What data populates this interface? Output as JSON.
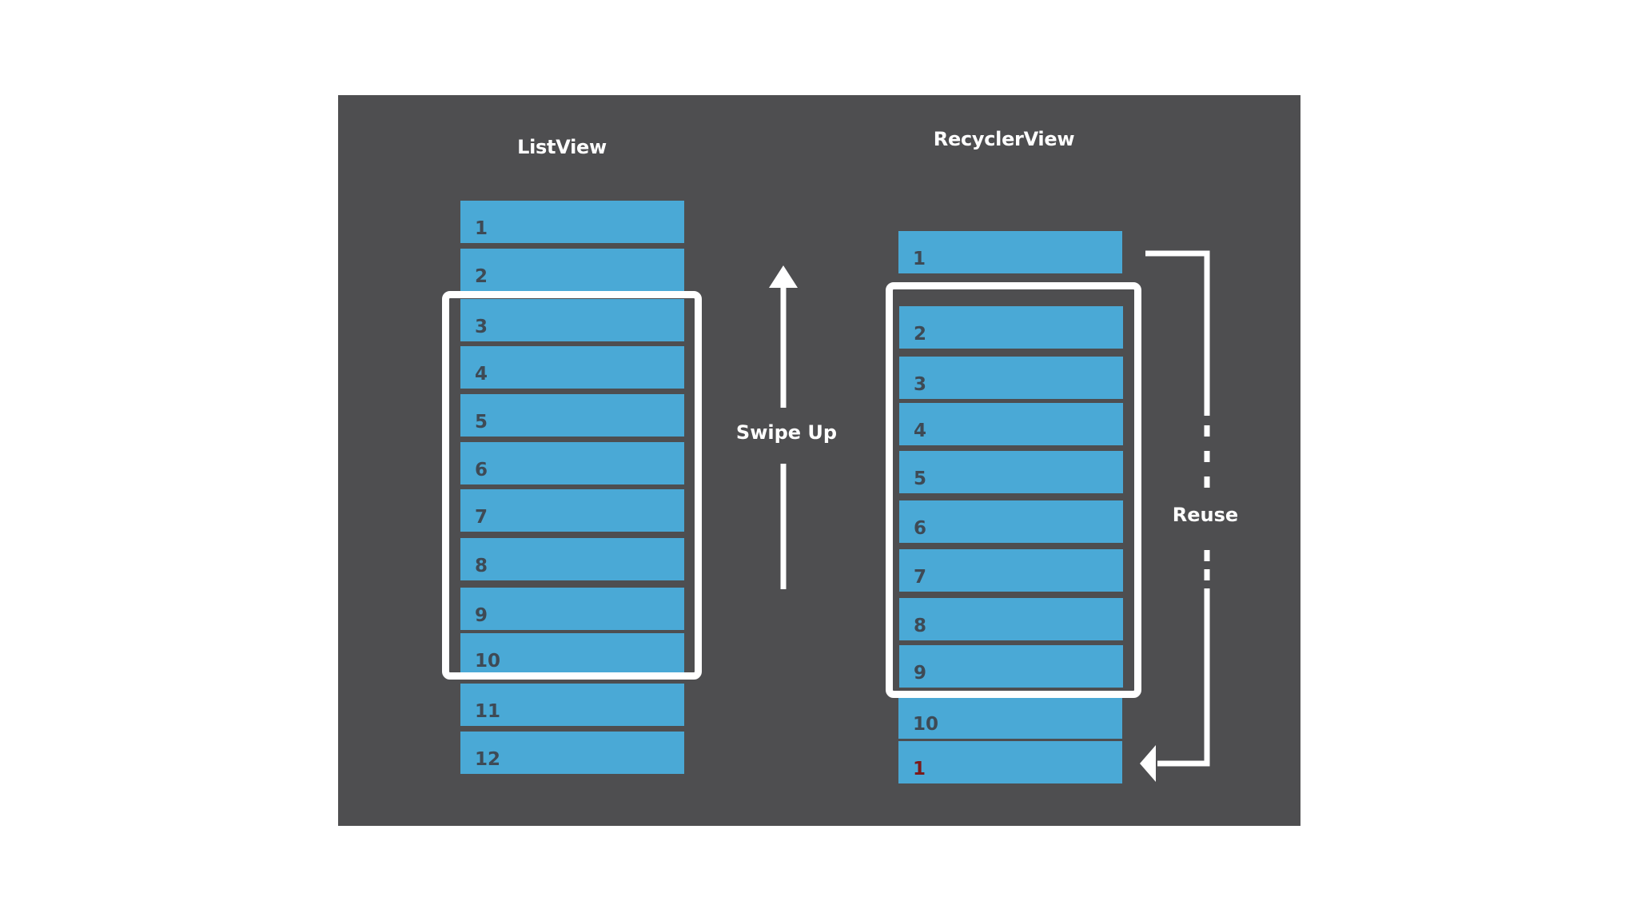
{
  "listview": {
    "title": "ListView",
    "items": [
      "1",
      "2",
      "3",
      "4",
      "5",
      "6",
      "7",
      "8",
      "9",
      "10",
      "11",
      "12"
    ]
  },
  "recyclerview": {
    "title": "RecyclerView",
    "items": [
      "1",
      "2",
      "3",
      "4",
      "5",
      "6",
      "7",
      "8",
      "9",
      "10",
      "1"
    ]
  },
  "labels": {
    "swipe": "Swipe Up",
    "reuse": "Reuse"
  },
  "colors": {
    "background": "#4e4e50",
    "item": "#4aa9d6",
    "number": "#3e4a55",
    "reused_number": "#7a1a1a",
    "frame": "#ffffff"
  }
}
